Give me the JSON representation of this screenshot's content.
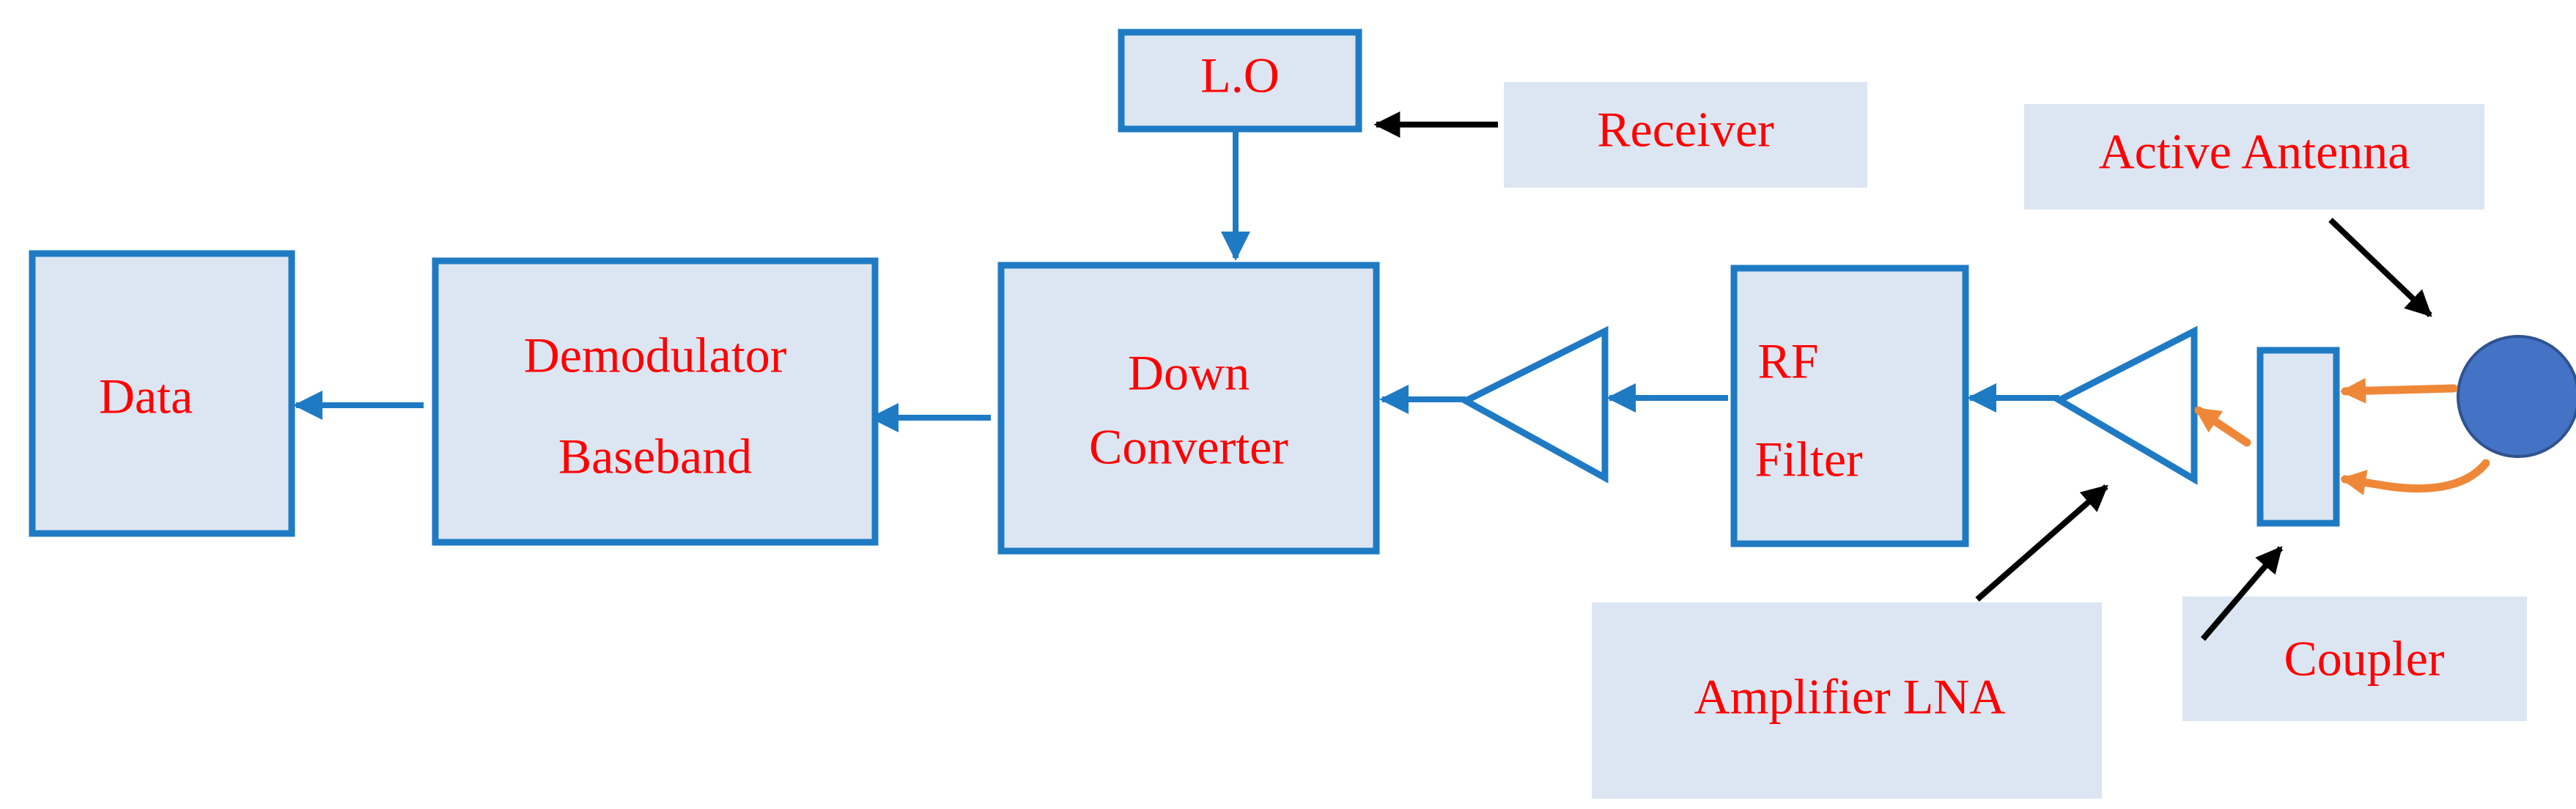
{
  "blocks": {
    "data": "Data",
    "demodulator_line1": "Demodulator",
    "demodulator_line2": "Baseband",
    "down_converter_line1": "Down",
    "down_converter_line2": "Converter",
    "rf_filter_line1": "RF",
    "rf_filter_line2": "Filter",
    "local_oscillator": "L.O"
  },
  "callouts": {
    "receiver": "Receiver",
    "active_antenna": "Active Antenna",
    "amplifier_lna": "Amplifier LNA",
    "coupler": "Coupler"
  },
  "colors": {
    "block_fill": "#dce6f2",
    "block_stroke": "#1f7ac4",
    "text": "#ff0000",
    "signal_wire": "#1f7ac4",
    "antenna_feed": "#ee8838",
    "pointer": "#000000",
    "antenna": "#4472c4"
  }
}
